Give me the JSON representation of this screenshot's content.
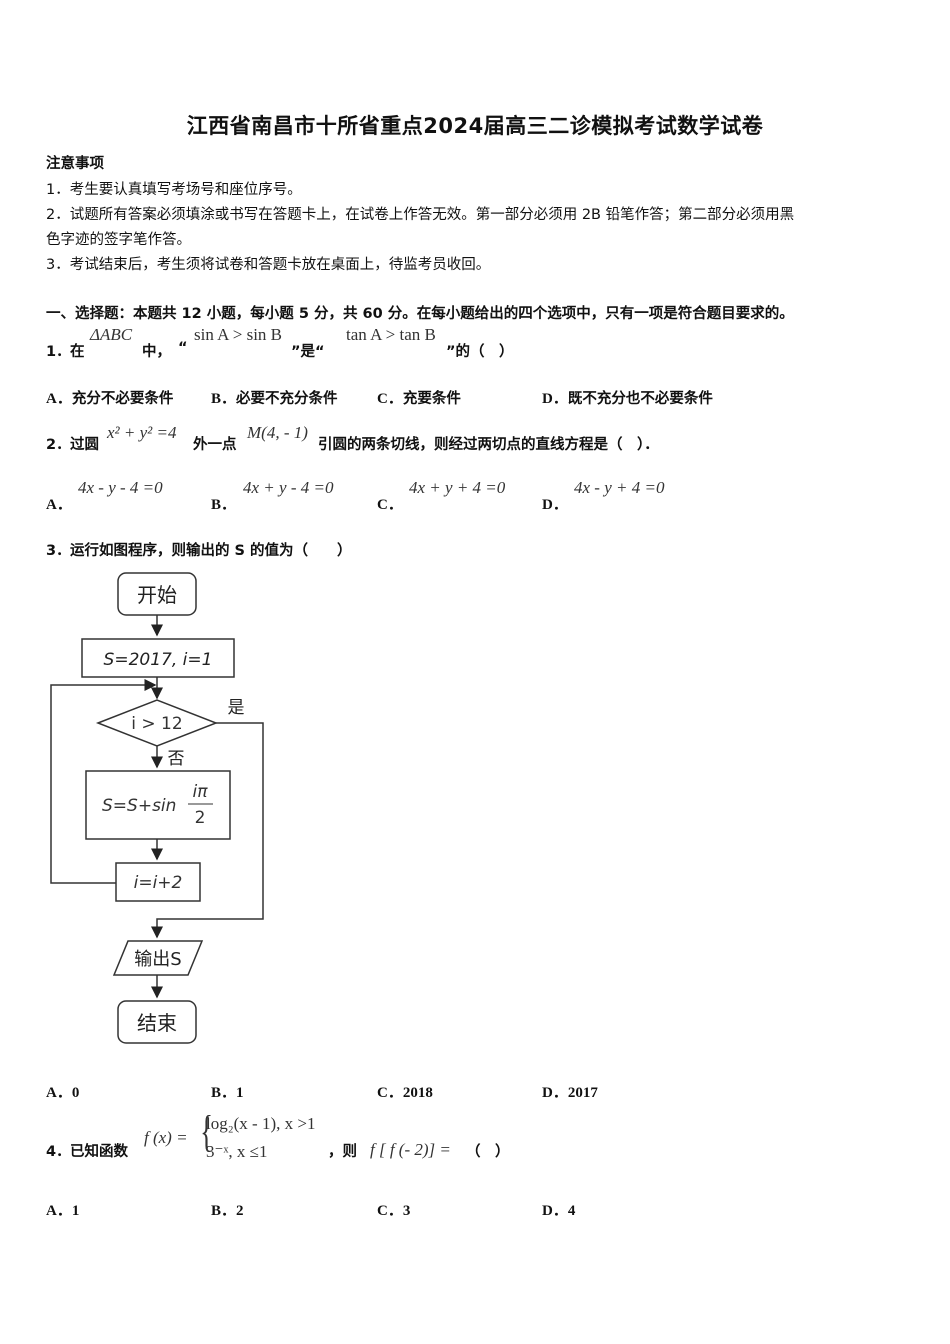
{
  "document": {
    "title": "江西省南昌市十所省重点2024届高三二诊模拟考试数学试卷",
    "notice": {
      "heading": "注意事项",
      "items": [
        "1．考生要认真填写考场号和座位序号。",
        "2．试题所有答案必须填涂或书写在答题卡上，在试卷上作答无效。第一部分必须用 2B 铅笔作答；第二部分必须用黑",
        "色字迹的签字笔作答。",
        "3．考试结束后，考生须将试卷和答题卡放在桌面上，待监考员收回。"
      ]
    },
    "section1": {
      "heading": "一、选择题：本题共 12 小题，每小题 5 分，共 60 分。在每小题给出的四个选项中，只有一项是符合题目要求的。"
    },
    "questions": [
      {
        "number": "1．",
        "text_parts": [
          "在",
          "中，",
          "“",
          "”是“",
          "”的（　）"
        ],
        "math": [
          "ΔABC",
          "sin A > sin B",
          "tan A > tan B"
        ],
        "options": [
          {
            "label": "A．",
            "text": "充分不必要条件"
          },
          {
            "label": "B．",
            "text": "必要不充分条件"
          },
          {
            "label": "C．",
            "text": "充要条件"
          },
          {
            "label": "D．",
            "text": "既不充分也不必要条件"
          }
        ]
      },
      {
        "number": "2．",
        "text_parts": [
          "过圆",
          "外一点",
          "引圆的两条切线，则经过两切点的直线方程是（　）．"
        ],
        "math": [
          "x² + y² =4",
          "M(4, - 1)"
        ],
        "options": [
          {
            "label": "A．",
            "text": "4x -  y - 4 =0"
          },
          {
            "label": "B．",
            "text": "4x + y - 4 =0"
          },
          {
            "label": "C．",
            "text": "4x + y + 4 =0"
          },
          {
            "label": "D．",
            "text": "4x -  y + 4 =0"
          }
        ]
      },
      {
        "number": "3．",
        "text": "运行如图程序，则输出的 S 的值为（　　）",
        "flowchart": {
          "start": "开始",
          "init": "S=2017, i=1",
          "condition": "i > 12",
          "yes": "是",
          "no": "否",
          "body_lhs": "S=S+sin",
          "body_num": "iπ",
          "body_den": "2",
          "increment": "i=i+2",
          "output": "输出S",
          "end": "结束"
        },
        "options": [
          {
            "label": "A．",
            "text": "0"
          },
          {
            "label": "B．",
            "text": "1"
          },
          {
            "label": "C．",
            "text": "2018"
          },
          {
            "label": "D．",
            "text": "2017"
          }
        ]
      },
      {
        "number": "4．",
        "text_parts": [
          "已知函数",
          "，则",
          "（　）"
        ],
        "math": {
          "lhs": "f (x) =",
          "case1": "log₂(x - 1), x >1",
          "case2": "3⁻ˣ, x ≤1",
          "expr": "f [ f (- 2)] ="
        },
        "options": [
          {
            "label": "A．",
            "text": "1"
          },
          {
            "label": "B．",
            "text": "2"
          },
          {
            "label": "C．",
            "text": "3"
          },
          {
            "label": "D．",
            "text": "4"
          }
        ]
      }
    ]
  }
}
